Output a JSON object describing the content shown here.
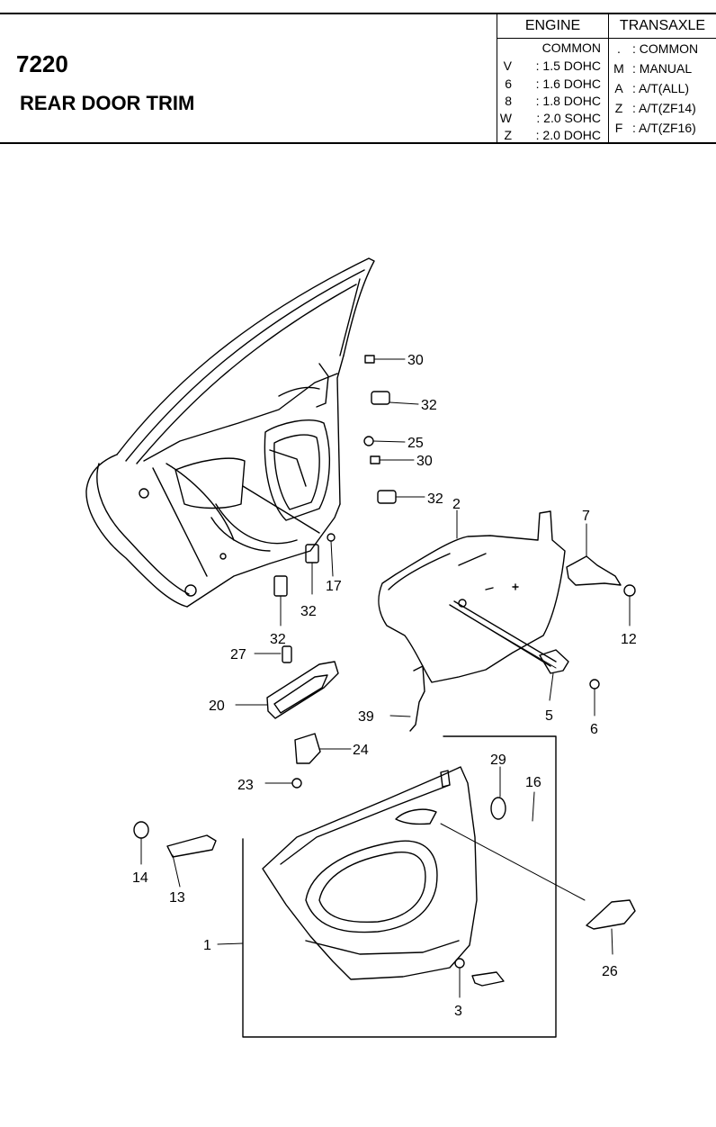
{
  "header": {
    "code": "7220",
    "title": "REAR DOOR TRIM",
    "engine": {
      "label": "ENGINE",
      "common": "COMMON",
      "rows": [
        {
          "key": "V",
          "value": ": 1.5 DOHC"
        },
        {
          "key": "6",
          "value": ": 1.6 DOHC"
        },
        {
          "key": "8",
          "value": ": 1.8 DOHC"
        },
        {
          "key": "W",
          "value": ": 2.0 SOHC"
        },
        {
          "key": "Z",
          "value": ": 2.0 DOHC"
        }
      ]
    },
    "transaxle": {
      "label": "TRANSAXLE",
      "rows": [
        {
          "key": ".",
          "value": ": COMMON"
        },
        {
          "key": "M",
          "value": ": MANUAL"
        },
        {
          "key": "A",
          "value": ": A/T(ALL)"
        },
        {
          "key": "Z",
          "value": ": A/T(ZF14)"
        },
        {
          "key": "F",
          "value": ": A/T(ZF16)"
        }
      ]
    }
  },
  "callouts": {
    "c30a": "30",
    "c32a": "32",
    "c25": "25",
    "c30b": "30",
    "c32b": "32",
    "c2": "2",
    "c7": "7",
    "c12": "12",
    "c17": "17",
    "c32c": "32",
    "c32d": "32",
    "c27": "27",
    "c20": "20",
    "c39": "39",
    "c5": "5",
    "c6": "6",
    "c24": "24",
    "c23": "23",
    "c29": "29",
    "c16": "16",
    "c14": "14",
    "c13": "13",
    "c1": "1",
    "c26": "26",
    "c3": "3"
  }
}
